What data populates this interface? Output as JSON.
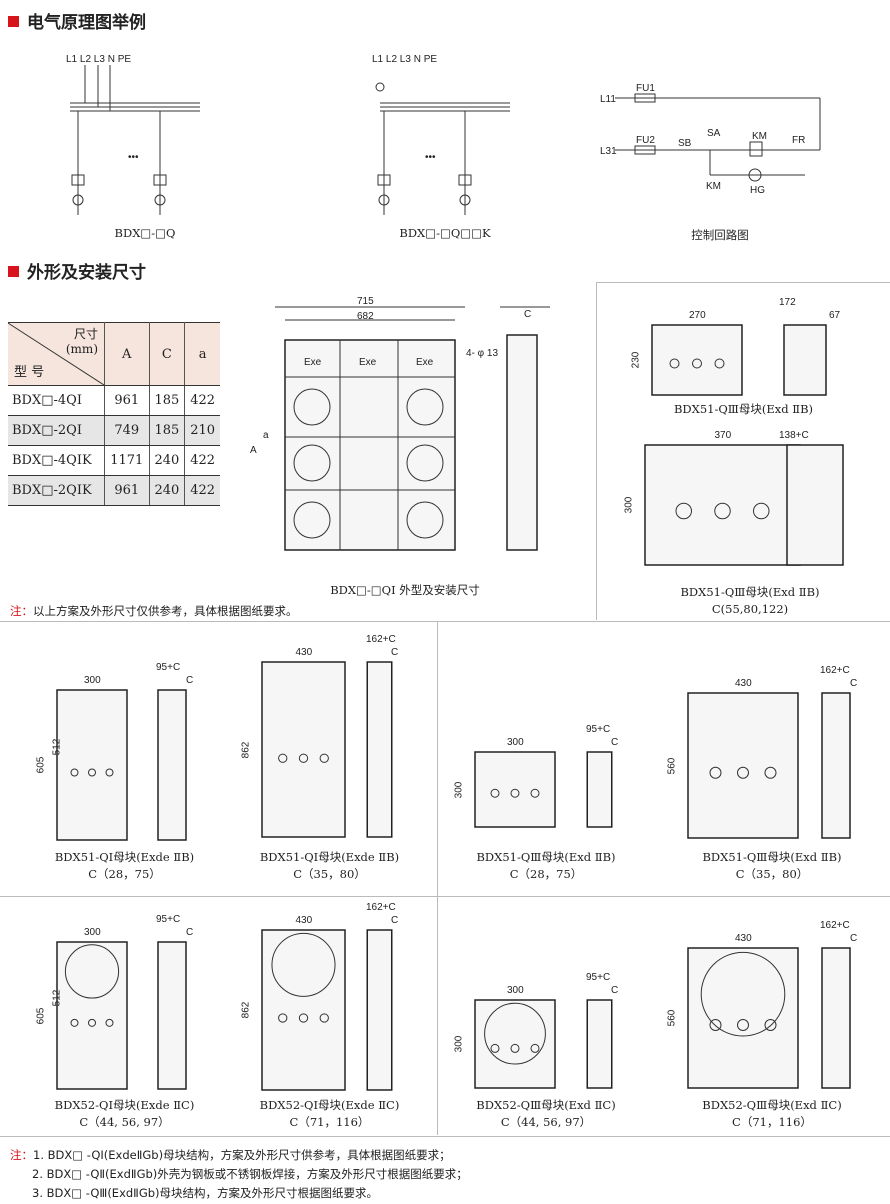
{
  "sections": {
    "schematic_title": "电气原理图举例",
    "dimension_title": "外形及安装尺寸"
  },
  "schematics": {
    "labels_a": "L1 L2 L3  N PE",
    "caption_a": "BDX□-□Q",
    "caption_b": "BDX□-□Q□□K",
    "caption_c": "控制回路图",
    "control": {
      "l11": "L11",
      "l31": "L31",
      "fu1": "FU1",
      "fu2": "FU2",
      "sb": "SB",
      "sa": "SA",
      "km": "KM",
      "fr": "FR",
      "km2": "KM",
      "hg": "HG"
    },
    "dots": "•••"
  },
  "table": {
    "header_size": "尺寸",
    "header_unit": "(mm)",
    "header_model": "型 号",
    "columns": [
      "A",
      "C",
      "a"
    ],
    "rows": [
      {
        "model": "BDX□-4QI",
        "A": "961",
        "C": "185",
        "a": "422"
      },
      {
        "model": "BDX□-2QI",
        "A": "749",
        "C": "185",
        "a": "210"
      },
      {
        "model": "BDX□-4QIK",
        "A": "1171",
        "C": "240",
        "a": "422"
      },
      {
        "model": "BDX□-2QIK",
        "A": "961",
        "C": "240",
        "a": "422"
      }
    ]
  },
  "main_drawing": {
    "w1": "715",
    "w2": "682",
    "c": "C",
    "hole": "4- φ 13",
    "A": "A",
    "a": "a",
    "ex": "Exe",
    "caption": "BDX□-□QI 外型及安装尺寸"
  },
  "note1": {
    "label": "注：",
    "text": "以上方案及外形尺寸仅供参考，具体根据图纸要求。"
  },
  "panels": [
    {
      "w": "270",
      "h": "230",
      "side": "172",
      "side2": "67",
      "caption": "BDX51-QⅢ母块(Exd ⅡB)",
      "sub": ""
    },
    {
      "w": "370",
      "h": "300",
      "side": "138+C",
      "side2": "",
      "caption": "BDX51-QⅢ母块(Exd ⅡB)",
      "sub": "C(55,80,122)"
    },
    {
      "w": "300",
      "h": "605",
      "h2": "512",
      "side": "95+C",
      "side2": "C",
      "caption": "BDX51-QⅠ母块(Exde ⅡB)",
      "sub": "C（28，75）"
    },
    {
      "w": "430",
      "h": "862",
      "side": "162+C",
      "side2": "C",
      "caption": "BDX51-QⅠ母块(Exde ⅡB)",
      "sub": "C（35，80）"
    },
    {
      "w": "300",
      "h": "300",
      "side": "95+C",
      "side2": "C",
      "caption": "BDX51-QⅢ母块(Exd ⅡB)",
      "sub": "C（28，75）"
    },
    {
      "w": "430",
      "h": "560",
      "side": "162+C",
      "side2": "C",
      "caption": "BDX51-QⅢ母块(Exd ⅡB)",
      "sub": "C（35，80）"
    },
    {
      "w": "300",
      "h": "605",
      "h2": "512",
      "side": "95+C",
      "side2": "C",
      "caption": "BDX52-QⅠ母块(Exde ⅡC)",
      "sub": "C（44, 56, 97）"
    },
    {
      "w": "430",
      "h": "862",
      "side": "162+C",
      "side2": "C",
      "caption": "BDX52-QⅠ母块(Exde ⅡC)",
      "sub": "C（71，116）"
    },
    {
      "w": "300",
      "h": "300",
      "side": "95+C",
      "side2": "C",
      "caption": "BDX52-QⅢ母块(Exd ⅡC)",
      "sub": "C（44, 56, 97）"
    },
    {
      "w": "430",
      "h": "560",
      "side": "162+C",
      "side2": "C",
      "caption": "BDX52-QⅢ母块(Exd ⅡC)",
      "sub": "C（71，116）"
    }
  ],
  "notes": {
    "label": "注：",
    "items": [
      "1. BDX□ -QⅠ(ExdeⅡGb)母块结构，方案及外形尺寸供参考，具体根据图纸要求；",
      "2. BDX□ -QⅡ(ExdⅡGb)外壳为钢板或不锈钢板焊接，方案及外形尺寸根据图纸要求；",
      "3. BDX□ -QⅢ(ExdⅡGb)母块结构，方案及外形尺寸根据图纸要求。"
    ]
  }
}
